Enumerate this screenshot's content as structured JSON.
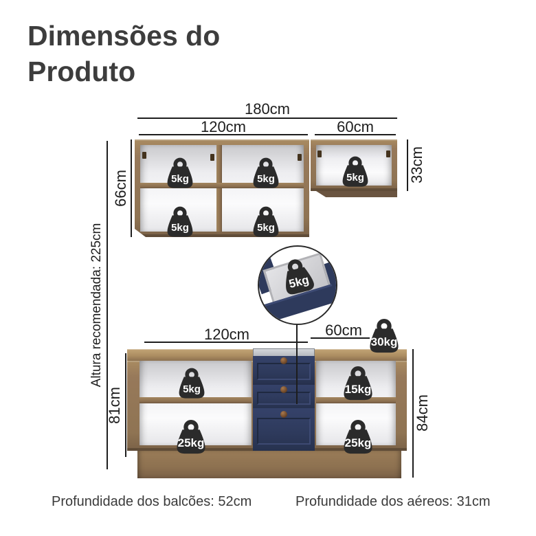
{
  "title": {
    "line1": "Dimensões do",
    "line2": "Produto"
  },
  "upper_cabinet": {
    "total_width": "180cm",
    "left_width": "120cm",
    "right_width": "60cm",
    "left_height": "66cm",
    "right_height": "33cm",
    "shelf_weights": {
      "top_left": "5kg",
      "top_middle": "5kg",
      "top_right": "5kg",
      "bottom_left": "5kg",
      "bottom_middle": "5kg"
    }
  },
  "inset": {
    "drawer_weight": "5kg"
  },
  "lower_cabinet": {
    "left_width": "120cm",
    "right_width": "60cm",
    "left_height": "81cm",
    "right_height": "84cm",
    "countertop_weight": "30kg",
    "shelf_weights": {
      "left_top": "5kg",
      "left_bottom": "25kg",
      "right_top": "15kg",
      "right_bottom": "25kg"
    }
  },
  "recommended_height": "Altura recomendada: 225cm",
  "footer": {
    "counters_depth": "Profundidade dos balcões: 52cm",
    "aerials_depth": "Profundidade dos aéreos: 31cm"
  },
  "colors": {
    "wood": "#97795a",
    "wood_light": "#b3946a",
    "wood_dark": "#6e573f",
    "navy_drawer": "#2e3a5c",
    "weight_icon": "#2b2b2b",
    "title_text": "#3d3d3d",
    "dimension_line": "#1d1d1d"
  }
}
